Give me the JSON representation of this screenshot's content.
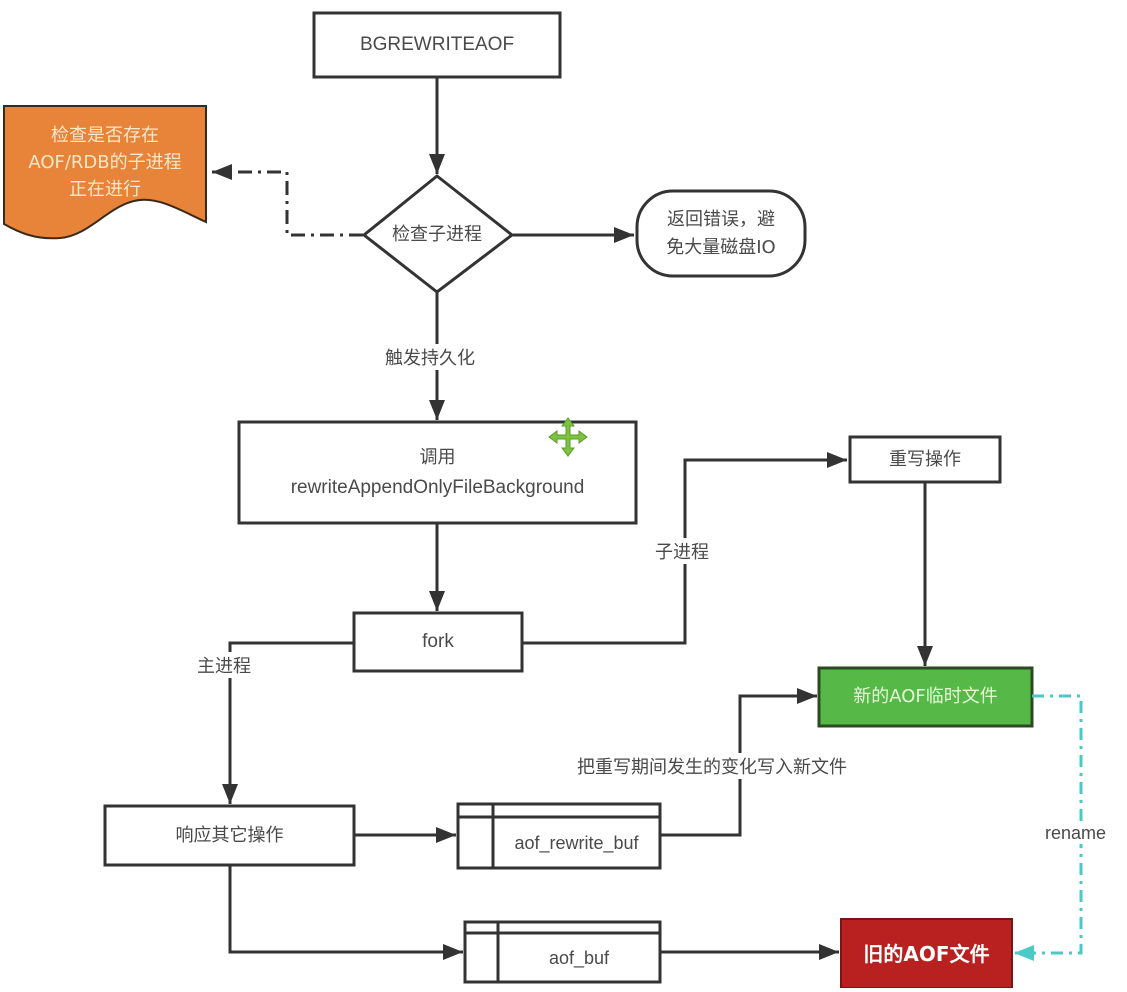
{
  "diagram": {
    "colors": {
      "stroke": "#333333",
      "text": "#4a4a4a",
      "doc_orange": "#e8843a",
      "doc_text": "#fbe7c9",
      "new_file_green": "#56b947",
      "new_file_text": "#e6f7d8",
      "old_file_red": "#b92121",
      "old_file_text": "#ffffff",
      "rename_teal": "#4cc9c6",
      "move_cursor_green": "#7ec33f"
    },
    "nodes": {
      "bgrewriteaof": {
        "label": "BGREWRITEAOF",
        "shape": "rectangle"
      },
      "check_note": {
        "label_lines": [
          "检查是否存在",
          "AOF/RDB的子进程",
          "正在进行"
        ],
        "shape": "document"
      },
      "check_child": {
        "label": "检查子进程",
        "shape": "decision"
      },
      "return_error": {
        "label_lines": [
          "返回错误，避",
          "免大量磁盘IO"
        ],
        "shape": "terminator"
      },
      "call_rewrite": {
        "label_lines": [
          "调用",
          "rewriteAppendOnlyFileBackground"
        ],
        "shape": "rectangle"
      },
      "fork": {
        "label": "fork",
        "shape": "rectangle"
      },
      "rewrite_op": {
        "label": "重写操作",
        "shape": "rectangle"
      },
      "new_aof_tmp": {
        "label": "新的AOF临时文件",
        "shape": "rectangle"
      },
      "respond_other": {
        "label": "响应其它操作",
        "shape": "rectangle"
      },
      "aof_rewrite_buf": {
        "label": "aof_rewrite_buf",
        "shape": "internal-storage"
      },
      "aof_buf": {
        "label": "aof_buf",
        "shape": "internal-storage"
      },
      "old_aof": {
        "label": "旧的AOF文件",
        "shape": "rectangle"
      }
    },
    "edges": {
      "trigger_persist": "触发持久化",
      "child_process": "子进程",
      "main_process": "主进程",
      "write_changes": "把重写期间发生的变化写入新文件",
      "rename": "rename"
    }
  }
}
